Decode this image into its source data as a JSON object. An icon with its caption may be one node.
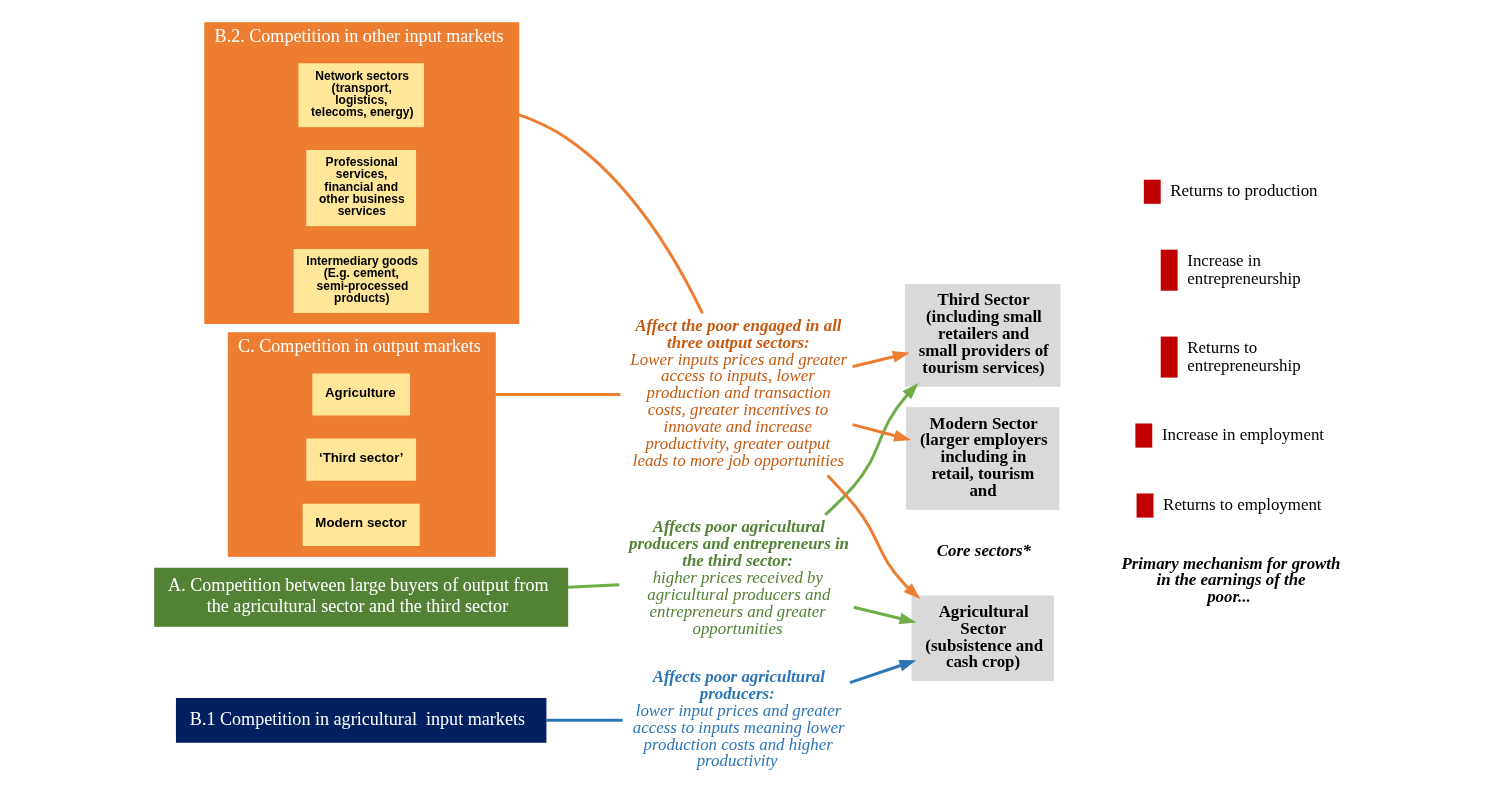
{
  "diagram": {
    "nodes": [
      {
        "text": [
          "A. Competition between large buyers of output from the agricultural sector and the third sector"
        ]
      },
      {
        "text": [
          "B.1 Competition in agricultural  input markets"
        ]
      },
      {
        "text": [
          "B.2. Competition in other input markets"
        ]
      },
      {
        "text": [
          "Network sectors (transport, logistics, telecoms, energy)"
        ],
        "in": 2
      },
      {
        "text": [
          "Professional services, financial and other business services"
        ],
        "in": 2
      },
      {
        "text": [
          "Intermediary goods (E.g. cement, semi-processed products)"
        ],
        "in": 2
      },
      {
        "text": [
          "C. Competition in output markets"
        ]
      },
      {
        "text": [
          "Agriculture"
        ],
        "in": 6
      },
      {
        "text": [
          "‘Third sector’"
        ],
        "in": 6
      },
      {
        "text": [
          "Modern sector"
        ],
        "in": 6
      },
      {
        "text": [
          "Affects poor agricultural producers and entrepreneurs in the third sector:",
          "higher prices received by agricultural producers and entrepreneurs and greater opportunities"
        ]
      },
      {
        "text": [
          "Affects poor agricultural producers:",
          "lower input prices and greater access to inputs meaning lower production costs and higher productivity"
        ]
      },
      {
        "text": [
          "Affect the poor engaged in all three output sectors:",
          "Lower inputs prices and greater access to inputs, lower production and transaction costs, greater incentives to innovate and increase productivity, greater output leads to more job opportunities"
        ]
      },
      {
        "text": [
          "Agricultural Sector",
          "(subsistence and cash crop)"
        ]
      },
      {
        "text": [
          "Third Sector",
          "(including small retailers and small providers of tourism services)"
        ]
      },
      {
        "text": [
          "Modern Sector (larger employers including in retail, tourism and"
        ]
      }
    ],
    "edges": [
      {
        "from": 0,
        "to": 10,
        "arrow": "none",
        "color": "#70ad47"
      },
      {
        "from": 1,
        "to": 11,
        "arrow": "none",
        "color": "#2e75b6"
      },
      {
        "from": 2,
        "to": 12,
        "arrow": "none"
      },
      {
        "from": 6,
        "to": 12,
        "arrow": "none"
      },
      {
        "from": 10,
        "to": 13,
        "arrow": "to",
        "color": "#70ad47"
      },
      {
        "from": 10,
        "to": 14,
        "arrow": "to",
        "color": "#70ad47"
      },
      {
        "from": 11,
        "to": 13,
        "arrow": "to",
        "color": "#2e75b6"
      },
      {
        "from": 12,
        "to": 13,
        "arrow": "to"
      },
      {
        "from": 12,
        "to": 14,
        "arrow": "to"
      },
      {
        "from": 12,
        "to": 15,
        "arrow": "to"
      }
    ],
    "labels": [
      "Core sectors*",
      "Primary mechanism for growth in the earnings of the poor..."
    ],
    "legend": [
      {
        "text": "Returns to production",
        "color": "#c00000"
      },
      {
        "text": "Increase in entrepreneurship",
        "color": "#c00000"
      },
      {
        "text": "Returns to entrepreneurship",
        "color": "#c00000"
      },
      {
        "text": "Increase in employment",
        "color": "#c00000"
      },
      {
        "text": "Returns to employment",
        "color": "#c00000"
      }
    ]
  }
}
